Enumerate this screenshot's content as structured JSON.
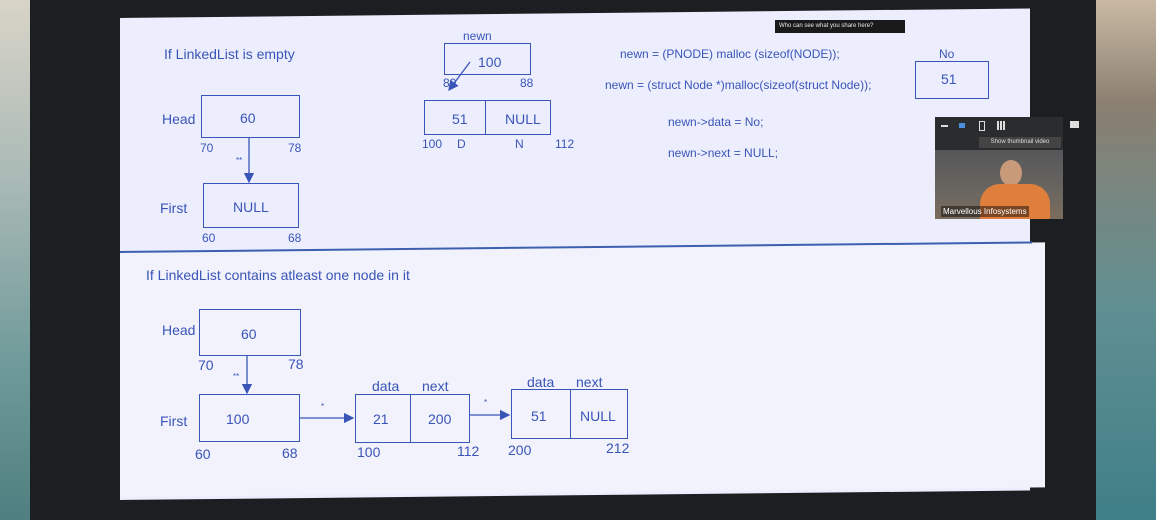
{
  "colors": {
    "ink": "#3a55b8",
    "screen": "#eceefe",
    "bezel": "#1c1f22",
    "accent_orange": "#e07f3c"
  },
  "share_banner": "Who can see what you share here?",
  "video": {
    "name": "Marvellous Infosystems",
    "tooltip": "Show thumbnail video"
  },
  "empty": {
    "title": "If LinkedList is empty",
    "head_label": "Head",
    "head_value": "60",
    "head_addr_left": "70",
    "head_addr_right": "78",
    "first_label": "First",
    "first_value": "NULL",
    "first_addr_left": "60",
    "first_addr_right": "68",
    "stars": "**"
  },
  "newn": {
    "label": "newn",
    "value": "100",
    "addr_left": "80",
    "addr_right": "88",
    "node_data": "51",
    "node_next": "NULL",
    "node_addr_start": "100",
    "node_d": "D",
    "node_n": "N",
    "node_addr_end": "112"
  },
  "code": {
    "line1": "newn = (PNODE) malloc (sizeof(NODE));",
    "line2": "newn = (struct Node *)malloc(sizeof(struct Node));",
    "line3": "newn->data = No;",
    "line4": "newn->next = NULL;"
  },
  "no_var": {
    "label": "No",
    "value": "51"
  },
  "nonempty": {
    "title": "If LinkedList contains atleast one node in it",
    "head_label": "Head",
    "head_value": "60",
    "head_addr_left": "70",
    "head_addr_right": "78",
    "first_label": "First",
    "first_value": "100",
    "first_addr_left": "60",
    "first_addr_right": "68",
    "stars": "**",
    "star": "*",
    "node1": {
      "data_label": "data",
      "next_label": "next",
      "data": "21",
      "next": "200",
      "addr_start": "100",
      "addr_end": "112"
    },
    "node2": {
      "data_label": "data",
      "next_label": "next",
      "data": "51",
      "next": "NULL",
      "addr_start": "200",
      "addr_end": "212"
    }
  }
}
